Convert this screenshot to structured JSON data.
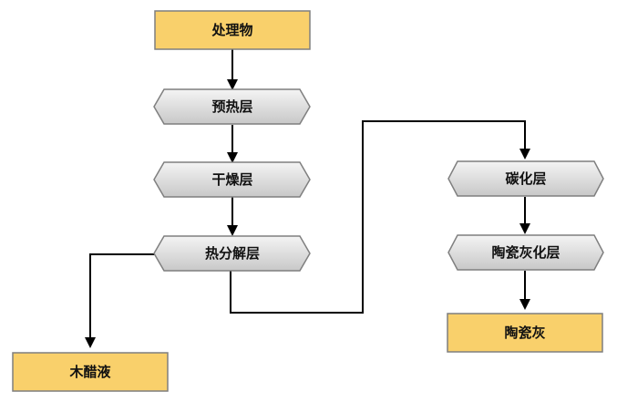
{
  "nodes": {
    "input": "处理物",
    "preheat": "预热层",
    "dry": "干燥层",
    "pyrolysis": "热分解层",
    "carbonize": "碳化层",
    "ceramic_ash_layer": "陶瓷灰化层",
    "ceramic_ash": "陶瓷灰",
    "vinegar": "木醋液"
  },
  "colors": {
    "input_fill": "#f9d06b",
    "layer_fill_top": "#f2f2f2",
    "layer_fill_bottom": "#c9c9c9",
    "stroke": "#7f7f7f",
    "arrow": "#000000"
  }
}
